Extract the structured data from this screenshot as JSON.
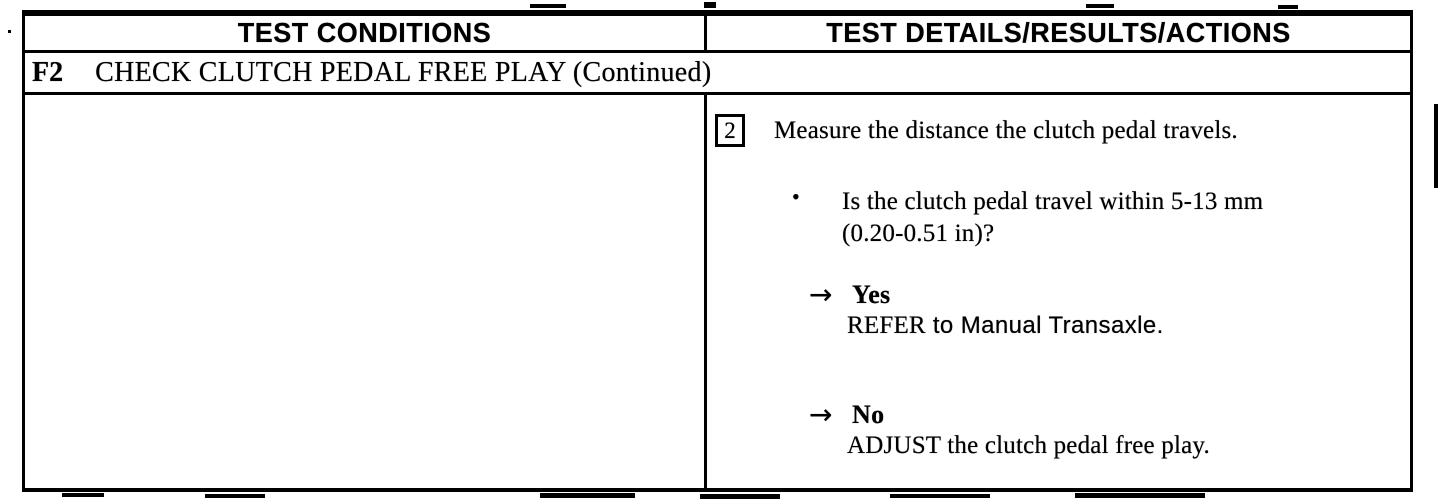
{
  "colors": {
    "ink": "#000000",
    "paper": "#ffffff"
  },
  "table": {
    "header": {
      "left": "TEST CONDITIONS",
      "right": "TEST DETAILS/RESULTS/ACTIONS"
    },
    "f2_row": {
      "id": "F2",
      "title": "CHECK CLUTCH PEDAL FREE PLAY (Continued)"
    },
    "step": {
      "number": "2",
      "instruction": "Measure the distance the clutch pedal travels."
    },
    "question": {
      "bullet": "•",
      "line1": "Is the clutch pedal travel within 5-13 mm",
      "line2": "(0.20-0.51 in)?"
    },
    "results": [
      {
        "arrow": "→",
        "label": "Yes",
        "action_prefix": "REFER",
        "action_rest": " to Manual Transaxle."
      },
      {
        "arrow": "→",
        "label": "No",
        "action_prefix": "ADJUST",
        "action_rest": " the clutch pedal free play."
      }
    ]
  }
}
